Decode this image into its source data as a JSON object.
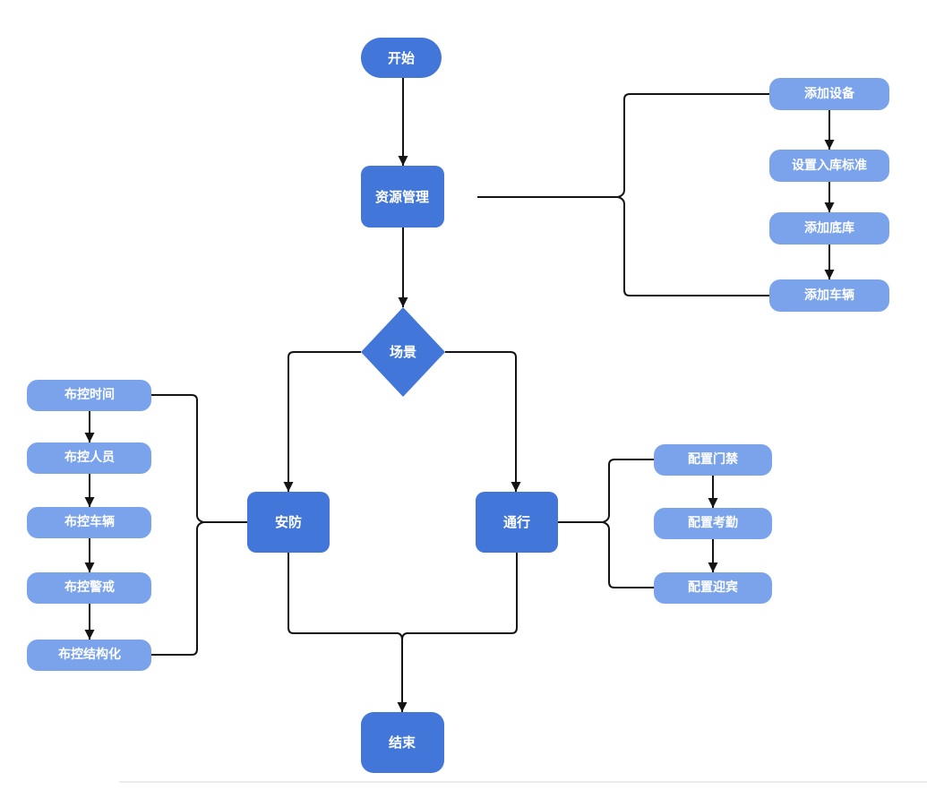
{
  "diagram": {
    "title": "flowchart",
    "colors": {
      "node_primary": "#4277d9",
      "node_secondary": "#7aa3ec",
      "connector": "#141414",
      "label": "#ffffff",
      "background": "#ffffff"
    },
    "nodes": {
      "start": {
        "label": "开始",
        "shape": "pill",
        "color": "#4277d9"
      },
      "resource": {
        "label": "资源管理",
        "shape": "rounded-rect",
        "color": "#4277d9"
      },
      "addDevice": {
        "label": "添加设备",
        "shape": "rounded-rect",
        "color": "#7aa3ec"
      },
      "setStandard": {
        "label": "设置入库标准",
        "shape": "rounded-rect",
        "color": "#7aa3ec"
      },
      "addBase": {
        "label": "添加底库",
        "shape": "rounded-rect",
        "color": "#7aa3ec"
      },
      "addVehicle": {
        "label": "添加车辆",
        "shape": "rounded-rect",
        "color": "#7aa3ec"
      },
      "scene": {
        "label": "场景",
        "shape": "diamond",
        "color": "#4277d9"
      },
      "security": {
        "label": "安防",
        "shape": "rounded-rect",
        "color": "#4277d9"
      },
      "passage": {
        "label": "通行",
        "shape": "rounded-rect",
        "color": "#4277d9"
      },
      "ctrlTime": {
        "label": "布控时间",
        "shape": "rounded-rect",
        "color": "#7aa3ec"
      },
      "ctrlPerson": {
        "label": "布控人员",
        "shape": "rounded-rect",
        "color": "#7aa3ec"
      },
      "ctrlVehicle": {
        "label": "布控车辆",
        "shape": "rounded-rect",
        "color": "#7aa3ec"
      },
      "ctrlAlert": {
        "label": "布控警戒",
        "shape": "rounded-rect",
        "color": "#7aa3ec"
      },
      "ctrlStruct": {
        "label": "布控结构化",
        "shape": "rounded-rect",
        "color": "#7aa3ec"
      },
      "cfgAccess": {
        "label": "配置门禁",
        "shape": "rounded-rect",
        "color": "#7aa3ec"
      },
      "cfgAttend": {
        "label": "配置考勤",
        "shape": "rounded-rect",
        "color": "#7aa3ec"
      },
      "cfgWelcome": {
        "label": "配置迎宾",
        "shape": "rounded-rect",
        "color": "#7aa3ec"
      },
      "end": {
        "label": "结束",
        "shape": "rounded-rect",
        "color": "#4277d9"
      }
    },
    "edges": [
      {
        "from": "开始",
        "to": "资源管理",
        "type": "arrow"
      },
      {
        "from": "资源管理",
        "to": "场景",
        "type": "arrow"
      },
      {
        "from": "资源管理",
        "to": "添加设备",
        "type": "bracket"
      },
      {
        "from": "资源管理",
        "to": "添加车辆",
        "type": "bracket"
      },
      {
        "from": "添加设备",
        "to": "设置入库标准",
        "type": "arrow"
      },
      {
        "from": "设置入库标准",
        "to": "添加底库",
        "type": "arrow"
      },
      {
        "from": "添加底库",
        "to": "添加车辆",
        "type": "arrow"
      },
      {
        "from": "场景",
        "to": "安防",
        "type": "arrow"
      },
      {
        "from": "场景",
        "to": "通行",
        "type": "arrow"
      },
      {
        "from": "安防",
        "to": "布控时间",
        "type": "bracket"
      },
      {
        "from": "安防",
        "to": "布控结构化",
        "type": "bracket"
      },
      {
        "from": "布控时间",
        "to": "布控人员",
        "type": "arrow"
      },
      {
        "from": "布控人员",
        "to": "布控车辆",
        "type": "arrow"
      },
      {
        "from": "布控车辆",
        "to": "布控警戒",
        "type": "arrow"
      },
      {
        "from": "布控警戒",
        "to": "布控结构化",
        "type": "arrow"
      },
      {
        "from": "通行",
        "to": "配置门禁",
        "type": "bracket"
      },
      {
        "from": "通行",
        "to": "配置迎宾",
        "type": "bracket"
      },
      {
        "from": "配置门禁",
        "to": "配置考勤",
        "type": "arrow"
      },
      {
        "from": "配置考勤",
        "to": "配置迎宾",
        "type": "arrow"
      },
      {
        "from": "安防",
        "to": "结束",
        "type": "arrow"
      },
      {
        "from": "通行",
        "to": "结束",
        "type": "arrow"
      }
    ]
  }
}
